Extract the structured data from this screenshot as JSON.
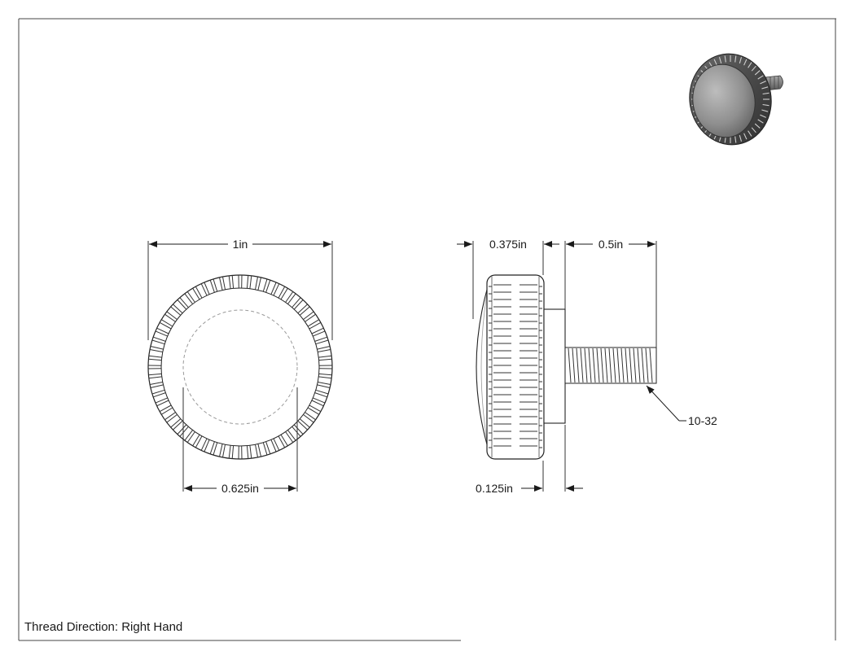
{
  "dimensions": {
    "outer_diameter": "1in",
    "inner_diameter": "0.625in",
    "head_thickness": "0.375in",
    "shoulder_length": "0.125in",
    "thread_length": "0.5in",
    "thread_size": "10-32"
  },
  "notes": {
    "thread_direction": "Thread Direction: Right Hand"
  }
}
